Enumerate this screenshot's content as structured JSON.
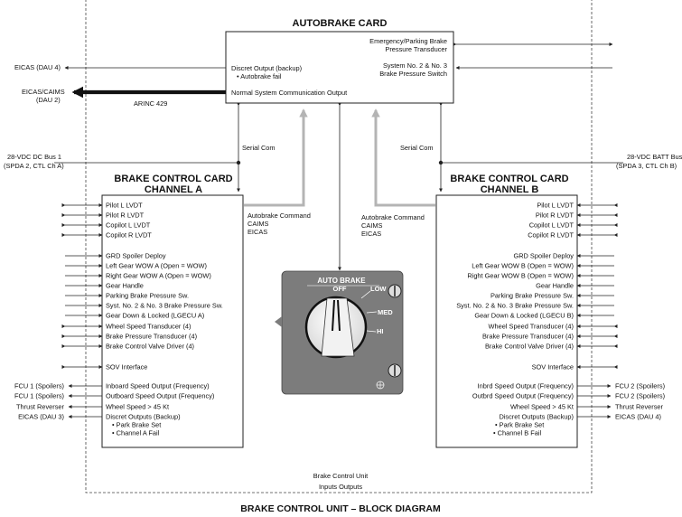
{
  "diagram": {
    "title": "BRAKE CONTROL UNIT – BLOCK DIAGRAM",
    "outer_label": "Brake Control Unit",
    "outer_sublabel": "Inputs Outputs",
    "autobrake_card": {
      "title": "AUTOBRAKE CARD",
      "emergency_line1": "Emergency/Parking Brake",
      "emergency_line2": "Pressure Transducer",
      "switch_line1": "System No. 2 & No. 3",
      "switch_line2": "Brake Pressure Switch",
      "discret_line1": "Discret Output (backup)",
      "discret_line2": "• Autobrake fail",
      "normal_comm": "Normal System Communication Output"
    },
    "eicas_dau4_left": "EICAS (DAU 4)",
    "eicas_caims_line1": "EICAS/CAIMS",
    "eicas_caims_line2": "(DAU 2)",
    "arinc": "ARINC 429",
    "serial_com": "Serial Com",
    "bus_left_line1": "28-VDC DC Bus 1",
    "bus_left_line2": "(SPDA 2, CTL Ch A)",
    "bus_right_line1": "28-VDC BATT Bus",
    "bus_right_line2": "(SPDA 3, CTL Ch B)",
    "autobrake_command": [
      "Autobrake Command",
      "CAIMS",
      "EICAS"
    ],
    "channel_a": {
      "title_line1": "BRAKE CONTROL CARD",
      "title_line2": "CHANNEL A",
      "items": [
        "Pilot L LVDT",
        "Pilot R LVDT",
        "Copilot L LVDT",
        "Copilot R LVDT",
        "GRD Spoiler Deploy",
        "Left Gear WOW A (Open = WOW)",
        "Right Gear WOW A (Open = WOW)",
        "Gear Handle",
        "Parking Brake Pressure Sw.",
        "Syst. No. 2 & No. 3 Brake Pressure Sw.",
        "Gear Down & Locked (LGECU A)",
        "Wheel Speed Transducer (4)",
        "Brake Pressure Transducer (4)",
        "Brake Control Valve Driver (4)",
        "SOV Interface",
        "Inboard Speed Output (Frequency)",
        "Outboard Speed Output (Frequency)",
        "Wheel Speed > 45 Kt",
        "Discret Outputs (Backup)",
        "• Park Brake Set",
        "• Channel A Fail"
      ],
      "ext": [
        "FCU 1 (Spoilers)",
        "FCU 1 (Spoilers)",
        "Thrust Reverser",
        "EICAS (DAU 3)"
      ]
    },
    "channel_b": {
      "title_line1": "BRAKE CONTROL CARD",
      "title_line2": "CHANNEL B",
      "items": [
        "Pilot L LVDT",
        "Pilot R LVDT",
        "Copilot L LVDT",
        "Copilot R LVDT",
        "GRD Spoiler Deploy",
        "Left Gear WOW B (Open = WOW)",
        "Right Gear WOW B (Open = WOW)",
        "Gear Handle",
        "Parking Brake Pressure Sw.",
        "Syst. No. 2 & No. 3 Brake Pressure Sw.",
        "Gear Down & Locked (LGECU B)",
        "Wheel Speed Transducer (4)",
        "Brake Pressure Transducer (4)",
        "Brake Control Valve Driver (4)",
        "SOV Interface",
        "Inbrd Speed Output (Frequency)",
        "Outbrd Speed Output (Frequency)",
        "Wheel Speed > 45 Kt",
        "Discret Outputs (Backup)",
        "• Park Brake Set",
        "• Channel B Fail"
      ],
      "ext": [
        "FCU 2 (Spoilers)",
        "FCU 2 (Spoilers)",
        "Thrust Reverser",
        "EICAS (DAU 4)"
      ]
    },
    "panel": {
      "title": "AUTO BRAKE",
      "off": "OFF",
      "low": "LOW",
      "med": "MED",
      "hi": "HI",
      "selected": "OFF"
    }
  }
}
